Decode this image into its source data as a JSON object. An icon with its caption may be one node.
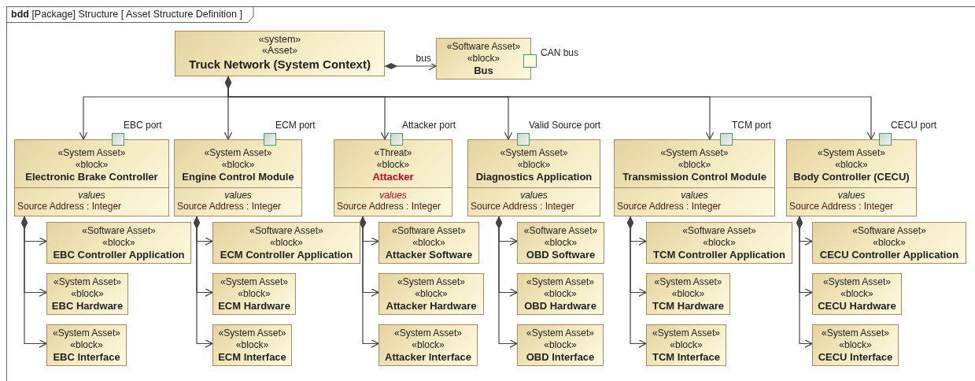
{
  "diagram": {
    "title": "**bdd** [Package] Structure [ Asset Structure Definition ]",
    "nodes": [
      {
        "text": [
          "«system»",
          "«Asset»",
          "Truck Network (System Context)"
        ]
      },
      {
        "text": [
          "«Software Asset»",
          "«block»",
          "Bus"
        ]
      },
      {
        "text": [],
        "shape": "box",
        "beside": [
          "CAN bus"
        ]
      },
      {
        "text": [
          "«System Asset»",
          "«block»",
          "Electronic Brake Controller",
          "values",
          "Source Address : Integer"
        ]
      },
      {
        "text": [],
        "shape": "box",
        "beside": [
          "EBC port"
        ]
      },
      {
        "text": [
          "«System Asset»",
          "«block»",
          "Engine Control Module",
          "values",
          "Source Address : Integer"
        ]
      },
      {
        "text": [],
        "shape": "box",
        "beside": [
          "ECM port"
        ]
      },
      {
        "text": [
          "«Threat»",
          "«block»",
          "Attacker",
          "values",
          "Source Address : Integer"
        ]
      },
      {
        "text": [],
        "shape": "box",
        "beside": [
          "Attacker port"
        ]
      },
      {
        "text": [
          "«System Asset»",
          "«block»",
          "Diagnostics Application",
          "values",
          "Source Address : Integer"
        ]
      },
      {
        "text": [],
        "shape": "box",
        "beside": [
          "Valid Source port"
        ]
      },
      {
        "text": [
          "«System Asset»",
          "«block»",
          "Transmission Control Module",
          "values",
          "Source Address : Integer"
        ]
      },
      {
        "text": [],
        "shape": "box",
        "beside": [
          "TCM port"
        ]
      },
      {
        "text": [
          "«System Asset»",
          "«block»",
          "Body Controller (CECU)",
          "values",
          "Source Address : Integer"
        ]
      },
      {
        "text": [],
        "shape": "box",
        "beside": [
          "CECU port"
        ]
      },
      {
        "text": [
          "«Software Asset»",
          "«block»",
          "EBC Controller Application"
        ]
      },
      {
        "text": [
          "«System Asset»",
          "«block»",
          "EBC Hardware"
        ]
      },
      {
        "text": [
          "«System Asset»",
          "«block»",
          "EBC Interface"
        ]
      },
      {
        "text": [
          "«Software Asset»",
          "«block»",
          "ECM Controller Application"
        ]
      },
      {
        "text": [
          "«System Asset»",
          "«block»",
          "ECM Hardware"
        ]
      },
      {
        "text": [
          "«System Asset»",
          "«block»",
          "ECM Interface"
        ]
      },
      {
        "text": [
          "«Software Asset»",
          "«block»",
          "Attacker Software"
        ]
      },
      {
        "text": [
          "«System Asset»",
          "«block»",
          "Attacker Hardware"
        ]
      },
      {
        "text": [
          "«System Asset»",
          "«block»",
          "Attacker Interface"
        ]
      },
      {
        "text": [
          "«Software Asset»",
          "«block»",
          "OBD Software"
        ]
      },
      {
        "text": [
          "«System Asset»",
          "«block»",
          "OBD Hardware"
        ]
      },
      {
        "text": [
          "«System Asset»",
          "«block»",
          "OBD Interface"
        ]
      },
      {
        "text": [
          "«Software Asset»",
          "«block»",
          "TCM Controller Application"
        ]
      },
      {
        "text": [
          "«System Asset»",
          "«block»",
          "TCM Hardware"
        ]
      },
      {
        "text": [
          "«System Asset»",
          "«block»",
          "TCM Interface"
        ]
      },
      {
        "text": [
          "«Software Asset»",
          "«block»",
          "CECU Controller Application"
        ]
      },
      {
        "text": [
          "«System Asset»",
          "«block»",
          "CECU Hardware"
        ]
      },
      {
        "text": [
          "«System Asset»",
          "«block»",
          "CECU Interface"
        ]
      }
    ],
    "edges": [
      {
        "from": 0,
        "to": 1,
        "arrow": "to",
        "label": "bus"
      },
      {
        "from": 0,
        "to": 3,
        "arrow": "to"
      },
      {
        "from": 0,
        "to": 5,
        "arrow": "to"
      },
      {
        "from": 0,
        "to": 7,
        "arrow": "to"
      },
      {
        "from": 0,
        "to": 9,
        "arrow": "to"
      },
      {
        "from": 0,
        "to": 11,
        "arrow": "to"
      },
      {
        "from": 0,
        "to": 13,
        "arrow": "to"
      },
      {
        "from": 3,
        "to": 15,
        "arrow": "to"
      },
      {
        "from": 3,
        "to": 16,
        "arrow": "to"
      },
      {
        "from": 3,
        "to": 17,
        "arrow": "to"
      },
      {
        "from": 5,
        "to": 18,
        "arrow": "to"
      },
      {
        "from": 5,
        "to": 19,
        "arrow": "to"
      },
      {
        "from": 5,
        "to": 20,
        "arrow": "to"
      },
      {
        "from": 7,
        "to": 21,
        "arrow": "to"
      },
      {
        "from": 7,
        "to": 22,
        "arrow": "to"
      },
      {
        "from": 7,
        "to": 23,
        "arrow": "to"
      },
      {
        "from": 9,
        "to": 24,
        "arrow": "to"
      },
      {
        "from": 9,
        "to": 25,
        "arrow": "to"
      },
      {
        "from": 9,
        "to": 26,
        "arrow": "to"
      },
      {
        "from": 11,
        "to": 27,
        "arrow": "to"
      },
      {
        "from": 11,
        "to": 28,
        "arrow": "to"
      },
      {
        "from": 11,
        "to": 29,
        "arrow": "to"
      },
      {
        "from": 13,
        "to": 30,
        "arrow": "to"
      },
      {
        "from": 13,
        "to": 31,
        "arrow": "to"
      },
      {
        "from": 13,
        "to": 32,
        "arrow": "to"
      }
    ]
  }
}
